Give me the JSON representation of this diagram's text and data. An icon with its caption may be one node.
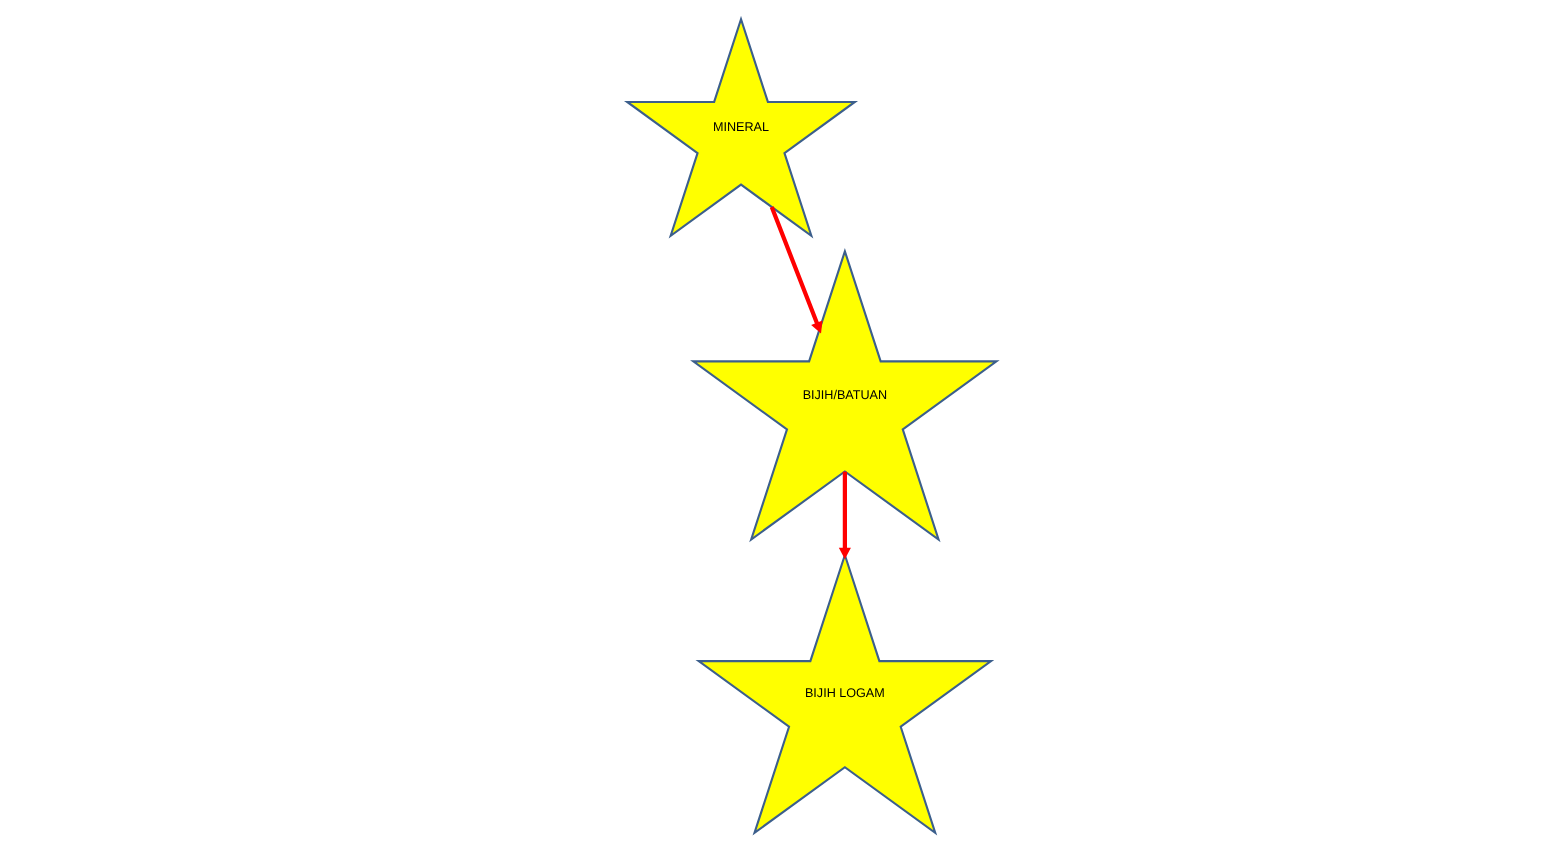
{
  "diagram": {
    "nodes": [
      {
        "text": [
          "MINERAL"
        ]
      },
      {
        "text": [
          "BIJIH/BATUAN"
        ]
      },
      {
        "text": [
          "BIJIH LOGAM"
        ]
      }
    ],
    "edges": [
      {
        "from": 0,
        "to": 1,
        "arrow": "to"
      },
      {
        "from": 1,
        "to": 2,
        "arrow": "to"
      }
    ]
  }
}
